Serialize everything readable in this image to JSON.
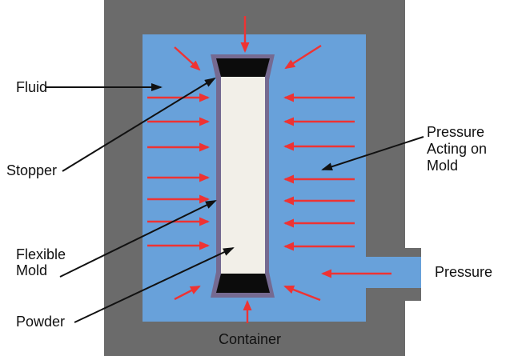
{
  "labels": {
    "fluid": "Fluid",
    "stopper": "Stopper",
    "flexible_mold": "Flexible\nMold",
    "powder": "Powder",
    "pressure_acting_on_mold": "Pressure\nActing on\nMold",
    "pressure": "Pressure",
    "container": "Container"
  },
  "colors": {
    "background": "#ffffff",
    "container_gray": "#6b6b6b",
    "fluid_blue": "#68a1da",
    "mold_purple": "#756a91",
    "powder_white": "#f2efe8",
    "stopper_black": "#0c0c0c",
    "pressure_arrow_red": "#ee3333",
    "label_text": "#111111"
  },
  "red_arrows": [
    [
      184,
      122,
      260,
      122
    ],
    [
      184,
      152,
      260,
      152
    ],
    [
      184,
      184,
      260,
      184
    ],
    [
      184,
      222,
      260,
      222
    ],
    [
      184,
      249,
      260,
      249
    ],
    [
      184,
      277,
      260,
      277
    ],
    [
      184,
      307,
      260,
      307
    ],
    [
      443,
      122,
      356,
      122
    ],
    [
      443,
      152,
      356,
      152
    ],
    [
      443,
      183,
      356,
      183
    ],
    [
      443,
      224,
      356,
      224
    ],
    [
      443,
      251,
      356,
      251
    ],
    [
      443,
      279,
      356,
      279
    ],
    [
      443,
      308,
      356,
      308
    ],
    [
      218,
      59,
      249,
      87
    ],
    [
      401,
      57,
      357,
      85
    ],
    [
      306,
      20,
      306,
      64
    ],
    [
      218,
      374,
      249,
      358
    ],
    [
      400,
      375,
      356,
      358
    ],
    [
      309,
      404,
      309,
      377
    ],
    [
      489,
      342,
      403,
      342
    ]
  ],
  "label_arrows": [
    [
      57,
      109,
      201,
      109
    ],
    [
      78,
      214,
      268,
      98
    ],
    [
      75,
      346,
      269,
      251
    ],
    [
      93,
      403,
      291,
      310
    ],
    [
      529,
      171,
      403,
      212
    ]
  ]
}
